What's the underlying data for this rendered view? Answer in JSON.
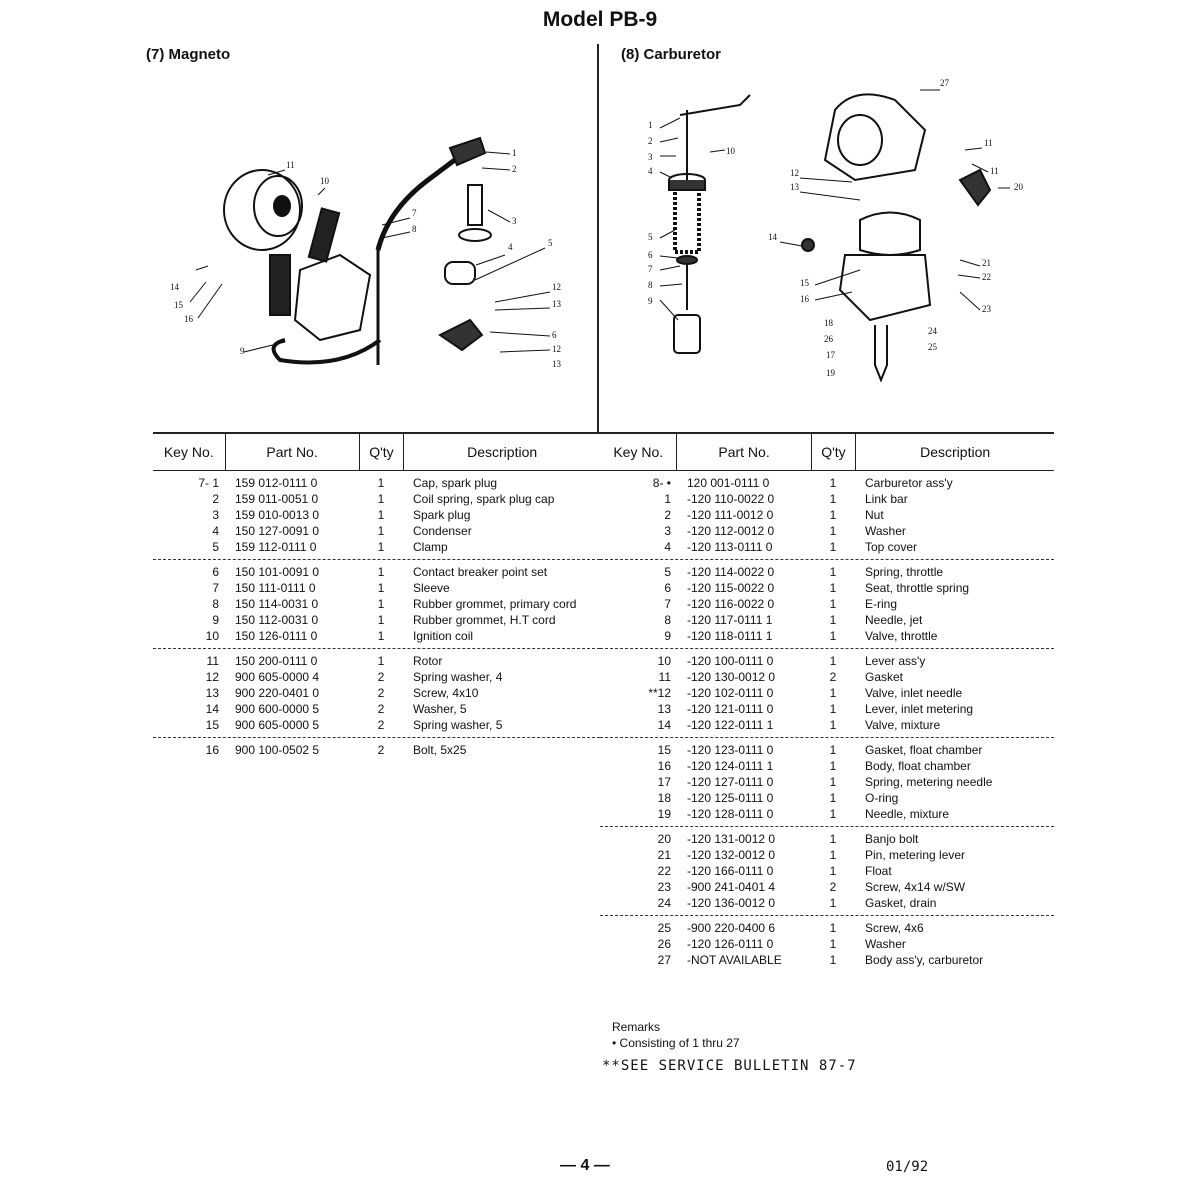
{
  "title": "Model PB-9",
  "magneto": {
    "heading": "(7)  Magneto",
    "callouts": [
      "11",
      "10",
      "1",
      "2",
      "3",
      "7",
      "8",
      "4",
      "5",
      "12",
      "13",
      "14",
      "15",
      "16",
      "6",
      "12",
      "13",
      "9"
    ],
    "headers": {
      "key": "Key No.",
      "part": "Part No.",
      "qty": "Q'ty",
      "desc": "Description"
    },
    "groups": [
      [
        {
          "key": "7-  1",
          "part": "159 012-0111 0",
          "qty": "1",
          "desc": "Cap, spark plug"
        },
        {
          "key": "2",
          "part": "159 011-0051 0",
          "qty": "1",
          "desc": "Coil spring, spark plug cap"
        },
        {
          "key": "3",
          "part": "159 010-0013 0",
          "qty": "1",
          "desc": "Spark plug"
        },
        {
          "key": "4",
          "part": "150 127-0091 0",
          "qty": "1",
          "desc": "Condenser"
        },
        {
          "key": "5",
          "part": "159 112-0111 0",
          "qty": "1",
          "desc": "Clamp"
        }
      ],
      [
        {
          "key": "6",
          "part": "150 101-0091 0",
          "qty": "1",
          "desc": "Contact breaker point set"
        },
        {
          "key": "7",
          "part": "150 111-0111 0",
          "qty": "1",
          "desc": "Sleeve"
        },
        {
          "key": "8",
          "part": "150 114-0031 0",
          "qty": "1",
          "desc": "Rubber grommet, primary cord"
        },
        {
          "key": "9",
          "part": "150 112-0031 0",
          "qty": "1",
          "desc": "Rubber grommet, H.T cord"
        },
        {
          "key": "10",
          "part": "150 126-0111 0",
          "qty": "1",
          "desc": "Ignition coil"
        }
      ],
      [
        {
          "key": "11",
          "part": "150 200-0111 0",
          "qty": "1",
          "desc": "Rotor"
        },
        {
          "key": "12",
          "part": "900 605-0000 4",
          "qty": "2",
          "desc": "Spring washer, 4"
        },
        {
          "key": "13",
          "part": "900 220-0401 0",
          "qty": "2",
          "desc": "Screw, 4x10"
        },
        {
          "key": "14",
          "part": "900 600-0000 5",
          "qty": "2",
          "desc": "Washer, 5"
        },
        {
          "key": "15",
          "part": "900 605-0000 5",
          "qty": "2",
          "desc": "Spring washer, 5"
        }
      ],
      [
        {
          "key": "16",
          "part": "900 100-0502 5",
          "qty": "2",
          "desc": "Bolt, 5x25"
        }
      ]
    ]
  },
  "carburetor": {
    "heading": "(8)  Carburetor",
    "callouts": [
      "27",
      "1",
      "2",
      "3",
      "10",
      "4",
      "11",
      "11",
      "12",
      "13",
      "20",
      "14",
      "5",
      "6",
      "7",
      "8",
      "21",
      "22",
      "15",
      "16",
      "23",
      "9",
      "18",
      "24",
      "26",
      "25",
      "17",
      "19"
    ],
    "headers": {
      "key": "Key No.",
      "part": "Part No.",
      "qty": "Q'ty",
      "desc": "Description"
    },
    "groups": [
      [
        {
          "key": "8-  •",
          "part": "120 001-0111 0",
          "qty": "1",
          "desc": "Carburetor ass'y"
        },
        {
          "key": "1",
          "part": "-120 110-0022 0",
          "qty": "1",
          "desc": "Link bar"
        },
        {
          "key": "2",
          "part": "-120 111-0012 0",
          "qty": "1",
          "desc": "Nut"
        },
        {
          "key": "3",
          "part": "-120 112-0012 0",
          "qty": "1",
          "desc": "Washer"
        },
        {
          "key": "4",
          "part": "-120 113-0111 0",
          "qty": "1",
          "desc": "Top cover"
        }
      ],
      [
        {
          "key": "5",
          "part": "-120 114-0022 0",
          "qty": "1",
          "desc": "Spring, throttle"
        },
        {
          "key": "6",
          "part": "-120 115-0022 0",
          "qty": "1",
          "desc": "Seat, throttle spring"
        },
        {
          "key": "7",
          "part": "-120 116-0022 0",
          "qty": "1",
          "desc": "E-ring"
        },
        {
          "key": "8",
          "part": "-120 117-0111 1",
          "qty": "1",
          "desc": "Needle, jet"
        },
        {
          "key": "9",
          "part": "-120 118-0111 1",
          "qty": "1",
          "desc": "Valve, throttle"
        }
      ],
      [
        {
          "key": "10",
          "part": "-120 100-0111 0",
          "qty": "1",
          "desc": "Lever ass'y"
        },
        {
          "key": "11",
          "part": "-120 130-0012 0",
          "qty": "2",
          "desc": "Gasket"
        },
        {
          "key": "**12",
          "part": "-120 102-0111 0",
          "qty": "1",
          "desc": "Valve, inlet needle"
        },
        {
          "key": "13",
          "part": "-120 121-0111 0",
          "qty": "1",
          "desc": "Lever, inlet metering"
        },
        {
          "key": "14",
          "part": "-120 122-0111 1",
          "qty": "1",
          "desc": "Valve, mixture"
        }
      ],
      [
        {
          "key": "15",
          "part": "-120 123-0111 0",
          "qty": "1",
          "desc": "Gasket, float chamber"
        },
        {
          "key": "16",
          "part": "-120 124-0111 1",
          "qty": "1",
          "desc": "Body, float chamber"
        },
        {
          "key": "17",
          "part": "-120 127-0111 0",
          "qty": "1",
          "desc": "Spring, metering needle"
        },
        {
          "key": "18",
          "part": "-120 125-0111 0",
          "qty": "1",
          "desc": "O-ring"
        },
        {
          "key": "19",
          "part": "-120 128-0111 0",
          "qty": "1",
          "desc": "Needle, mixture"
        }
      ],
      [
        {
          "key": "20",
          "part": "-120 131-0012 0",
          "qty": "1",
          "desc": "Banjo bolt"
        },
        {
          "key": "21",
          "part": "-120 132-0012 0",
          "qty": "1",
          "desc": "Pin, metering lever"
        },
        {
          "key": "22",
          "part": "-120 166-0111 0",
          "qty": "1",
          "desc": "Float"
        },
        {
          "key": "23",
          "part": "-900 241-0401 4",
          "qty": "2",
          "desc": "Screw, 4x14 w/SW"
        },
        {
          "key": "24",
          "part": "-120 136-0012 0",
          "qty": "1",
          "desc": "Gasket, drain"
        }
      ],
      [
        {
          "key": "25",
          "part": "-900 220-0400 6",
          "qty": "1",
          "desc": "Screw, 4x6"
        },
        {
          "key": "26",
          "part": "-120 126-0111 0",
          "qty": "1",
          "desc": "Washer"
        },
        {
          "key": "27",
          "part": "-NOT AVAILABLE",
          "qty": "1",
          "desc": "Body ass'y, carburetor"
        }
      ]
    ]
  },
  "remarks": {
    "label": "Remarks",
    "note": "• Consisting of 1 thru 27",
    "bulletin": "**SEE SERVICE BULLETIN 87-7"
  },
  "footer": {
    "page": "— 4 —",
    "date": "01/92"
  }
}
